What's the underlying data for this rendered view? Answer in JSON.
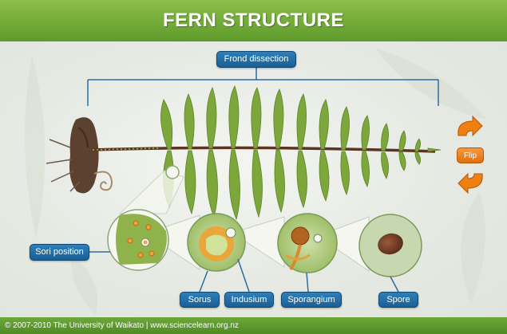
{
  "header": {
    "title": "FERN STRUCTURE"
  },
  "labels": {
    "frond_dissection": "Frond dissection",
    "sori_position": "Sori position",
    "sorus": "Sorus",
    "indusium": "Indusium",
    "sporangium": "Sporangium",
    "spore": "Spore"
  },
  "controls": {
    "flip": "Flip"
  },
  "footer": {
    "copyright": "© 2007-2010 The University of Waikato | www.sciencelearn.org.nz"
  },
  "colors": {
    "header_green": "#7ab53f",
    "button_blue": "#1f6aa5",
    "flip_orange": "#f07f12",
    "frond_green": "#7da63b",
    "stem_brown": "#5a3620"
  }
}
